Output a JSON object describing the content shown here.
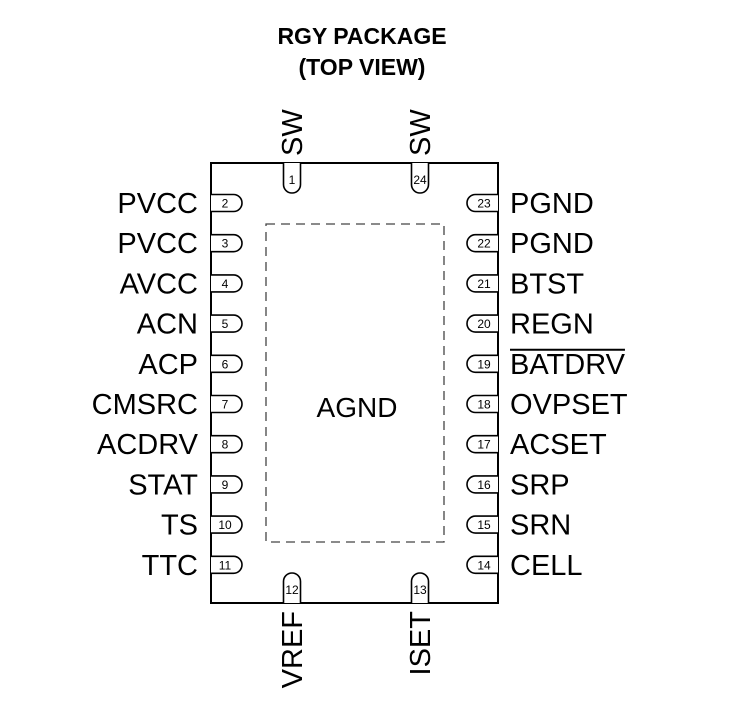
{
  "title": {
    "line1": "RGY PACKAGE",
    "line2": "(TOP VIEW)"
  },
  "center_label": "AGND",
  "pins": {
    "left": [
      {
        "num": "2",
        "name": "PVCC"
      },
      {
        "num": "3",
        "name": "PVCC"
      },
      {
        "num": "4",
        "name": "AVCC"
      },
      {
        "num": "5",
        "name": "ACN"
      },
      {
        "num": "6",
        "name": "ACP"
      },
      {
        "num": "7",
        "name": "CMSRC"
      },
      {
        "num": "8",
        "name": "ACDRV"
      },
      {
        "num": "9",
        "name": "STAT"
      },
      {
        "num": "10",
        "name": "TS"
      },
      {
        "num": "11",
        "name": "TTC"
      }
    ],
    "right": [
      {
        "num": "23",
        "name": "PGND"
      },
      {
        "num": "22",
        "name": "PGND"
      },
      {
        "num": "21",
        "name": "BTST"
      },
      {
        "num": "20",
        "name": "REGN"
      },
      {
        "num": "19",
        "name": "BATDRV",
        "overline": true
      },
      {
        "num": "18",
        "name": "OVPSET"
      },
      {
        "num": "17",
        "name": "ACSET"
      },
      {
        "num": "16",
        "name": "SRP"
      },
      {
        "num": "15",
        "name": "SRN"
      },
      {
        "num": "14",
        "name": "CELL"
      }
    ],
    "top": [
      {
        "num": "1",
        "name": "SW"
      },
      {
        "num": "24",
        "name": "SW"
      }
    ],
    "bottom": [
      {
        "num": "12",
        "name": "VREF"
      },
      {
        "num": "13",
        "name": "ISET"
      }
    ]
  }
}
